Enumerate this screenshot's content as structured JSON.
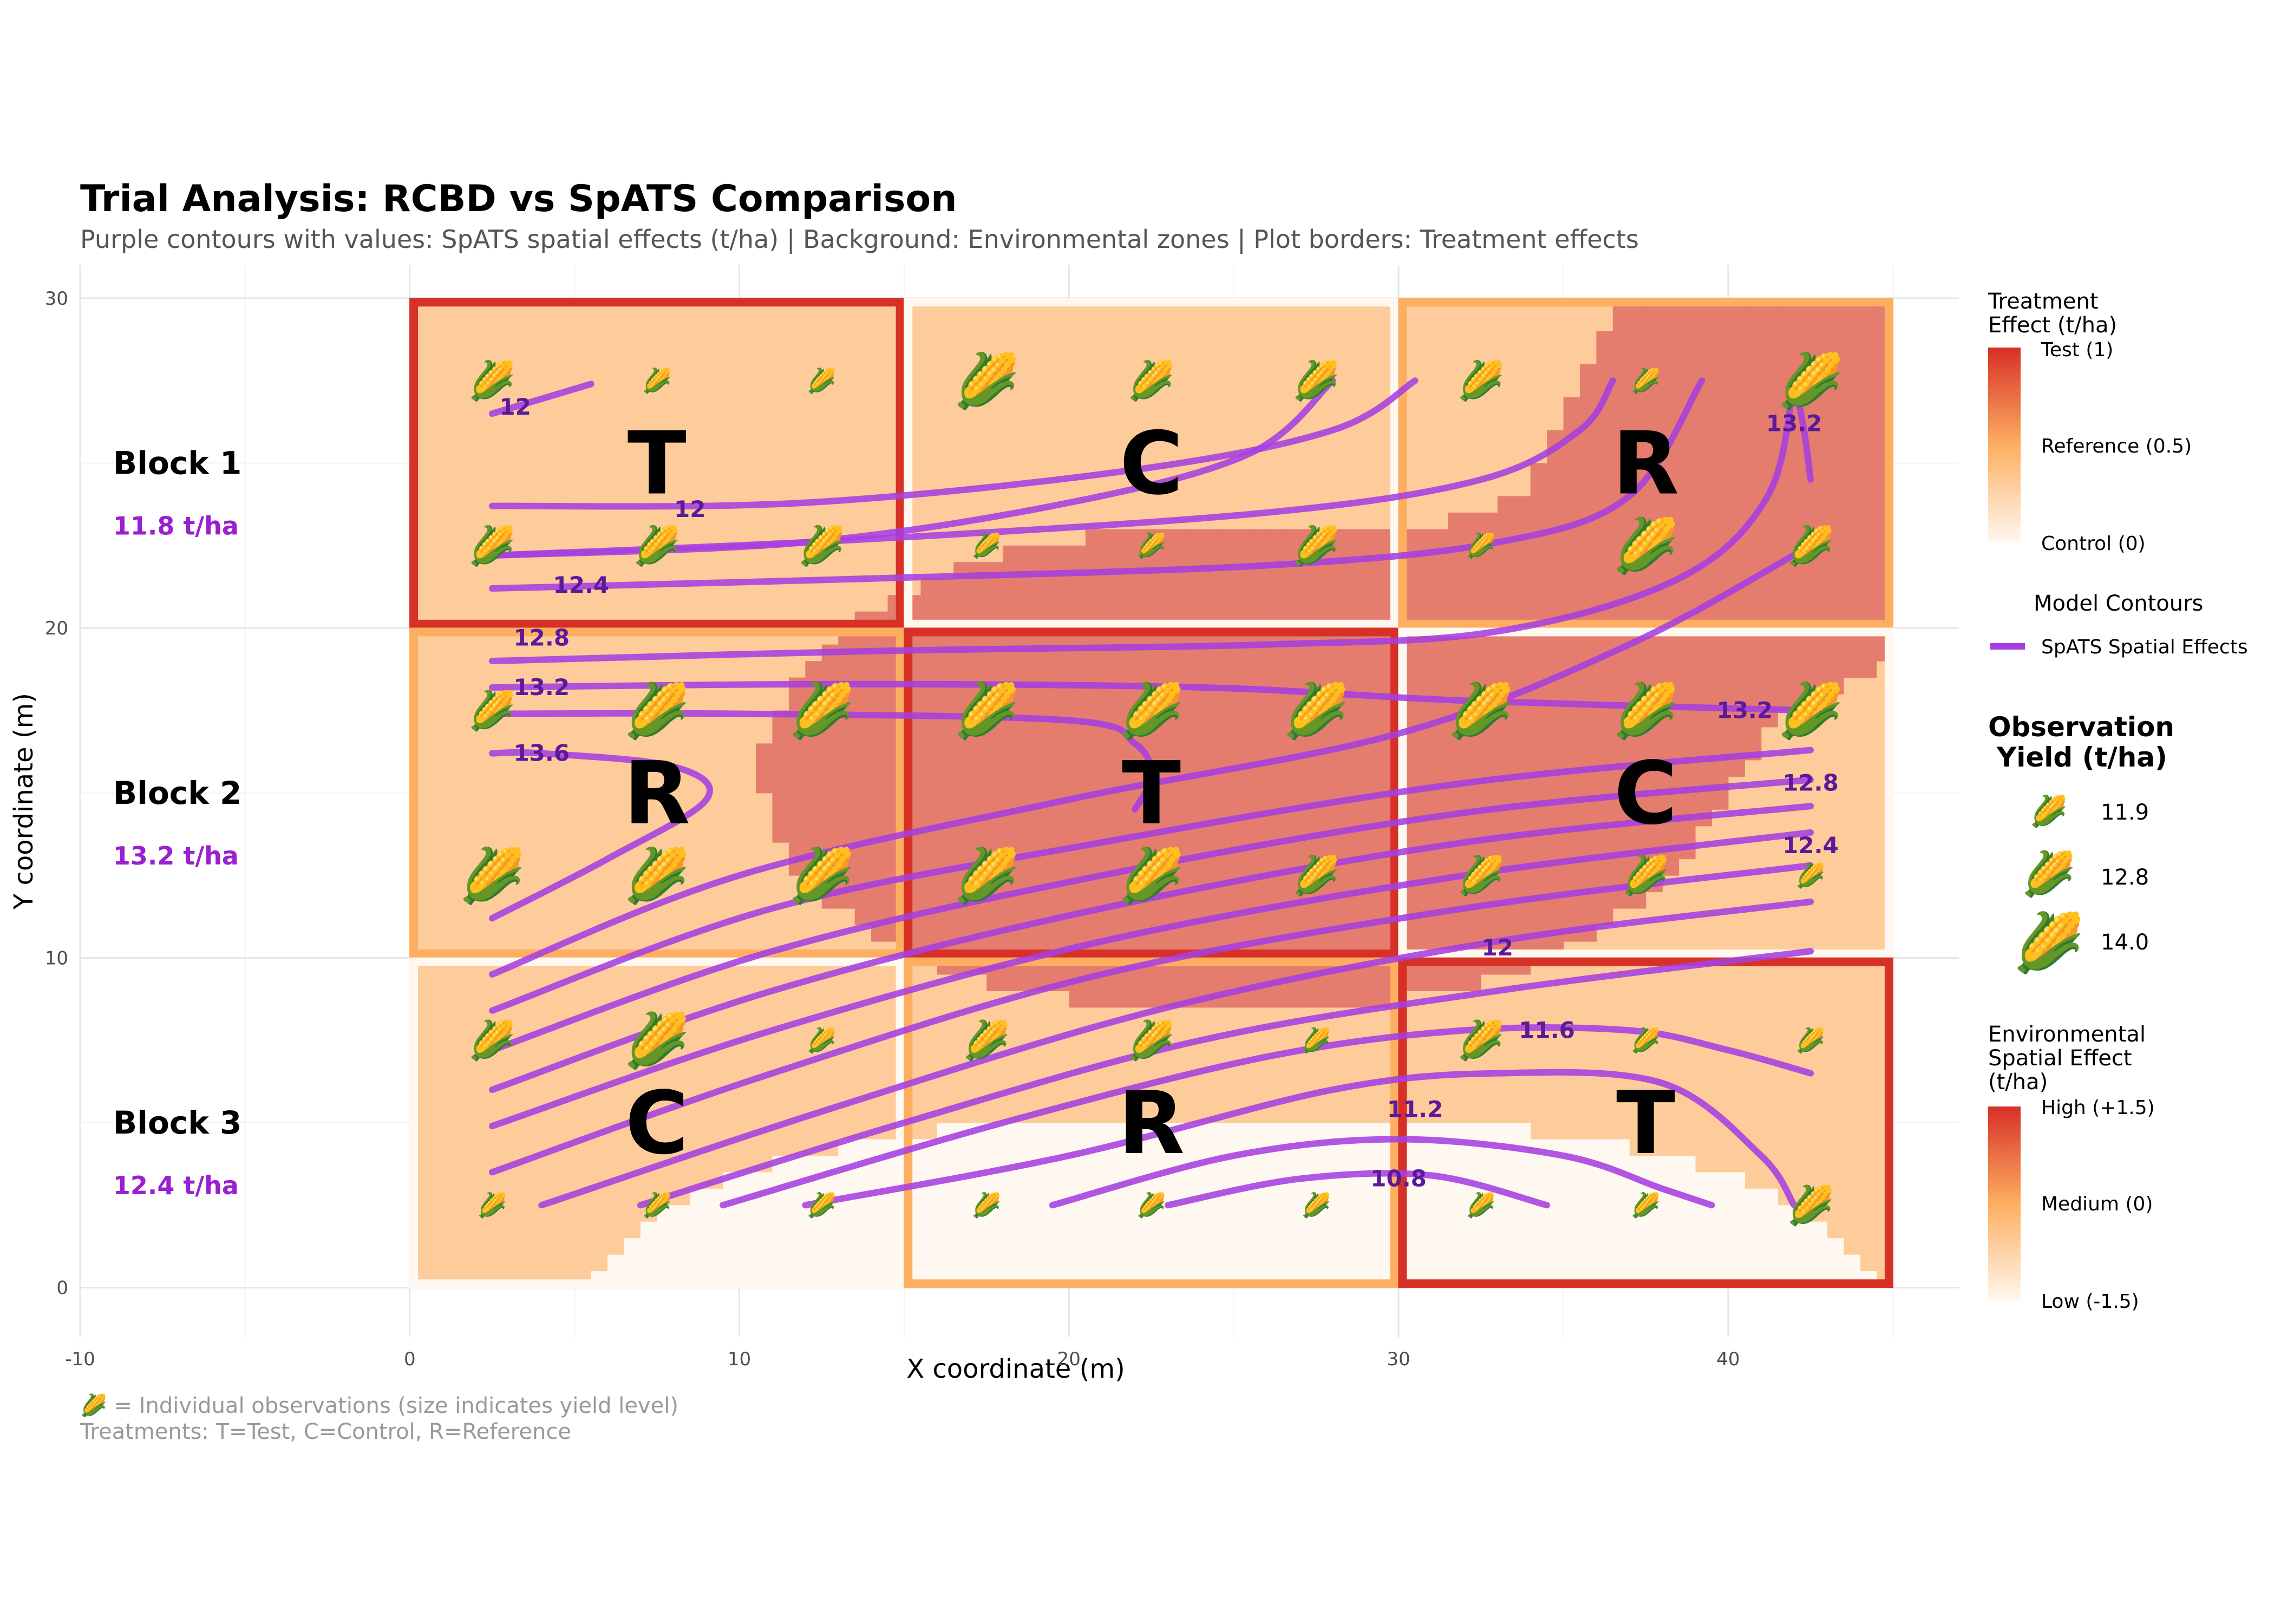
{
  "title": "Trial Analysis: RCBD vs SpATS Comparison",
  "subtitle": "Purple contours with values: SpATS spatial effects (t/ha) | Background: Environmental zones | Plot borders: Treatment effects",
  "caption": [
    "🌽 = Individual observations (size indicates yield level)",
    "Treatments: T=Test, C=Control, R=Reference"
  ],
  "colors": {
    "low": "#fff8f0",
    "mid": "#fdcc9a",
    "high": "#e57d6f",
    "treat_test": "#d73027",
    "treat_ref": "#fdae61",
    "treat_control": "#fff8f0",
    "contour": "#a63fe0",
    "contour_label": "#5a1a9a",
    "block_mean": "#9a1fd0"
  },
  "chart_data": {
    "type": "heatmap",
    "xlabel": "X coordinate (m)",
    "ylabel": "Y coordinate (m)",
    "xlim": [
      -10,
      47
    ],
    "ylim": [
      -1.5,
      31
    ],
    "x_ticks": [
      -10,
      0,
      10,
      20,
      30,
      40
    ],
    "y_ticks": [
      0,
      10,
      20,
      30
    ],
    "grid": true,
    "plots": [
      {
        "block": 1,
        "treatment": "T",
        "x": [
          0,
          15
        ],
        "y": [
          20,
          30
        ],
        "effect": 1
      },
      {
        "block": 1,
        "treatment": "C",
        "x": [
          15,
          30
        ],
        "y": [
          20,
          30
        ],
        "effect": 0
      },
      {
        "block": 1,
        "treatment": "R",
        "x": [
          30,
          45
        ],
        "y": [
          20,
          30
        ],
        "effect": 0.5
      },
      {
        "block": 2,
        "treatment": "R",
        "x": [
          0,
          15
        ],
        "y": [
          10,
          20
        ],
        "effect": 0.5
      },
      {
        "block": 2,
        "treatment": "T",
        "x": [
          15,
          30
        ],
        "y": [
          10,
          20
        ],
        "effect": 1
      },
      {
        "block": 2,
        "treatment": "C",
        "x": [
          30,
          45
        ],
        "y": [
          10,
          20
        ],
        "effect": 0
      },
      {
        "block": 3,
        "treatment": "C",
        "x": [
          0,
          15
        ],
        "y": [
          0,
          10
        ],
        "effect": 0
      },
      {
        "block": 3,
        "treatment": "R",
        "x": [
          15,
          30
        ],
        "y": [
          0,
          10
        ],
        "effect": 0.5
      },
      {
        "block": 3,
        "treatment": "T",
        "x": [
          30,
          45
        ],
        "y": [
          0,
          10
        ],
        "effect": 1
      }
    ],
    "blocks": [
      {
        "label": "Block 1",
        "mean": "11.8 t/ha",
        "y": 25
      },
      {
        "label": "Block 2",
        "mean": "13.2 t/ha",
        "y": 15
      },
      {
        "label": "Block 3",
        "mean": "12.4 t/ha",
        "y": 5
      }
    ],
    "obs_x": [
      2.5,
      7.5,
      12.5,
      17.5,
      22.5,
      27.5,
      32.5,
      37.5,
      42.5
    ],
    "obs_y": [
      2.5,
      7.5,
      12.5,
      17.5,
      22.5,
      27.5
    ],
    "obs_sizes": [
      [
        0,
        0,
        0,
        0,
        0,
        0,
        0,
        0,
        1
      ],
      [
        1,
        2,
        0,
        1,
        1,
        0,
        1,
        0,
        0
      ],
      [
        2,
        2,
        2,
        2,
        2,
        1,
        1,
        1,
        0
      ],
      [
        1,
        2,
        2,
        2,
        2,
        2,
        2,
        2,
        2
      ],
      [
        1,
        1,
        1,
        0,
        0,
        1,
        0,
        2,
        1
      ],
      [
        1,
        0,
        0,
        2,
        1,
        1,
        1,
        0,
        2
      ]
    ],
    "contours": [
      {
        "level": "10.8",
        "label": [
          30,
          3.3
        ],
        "points": [
          [
            23,
            2.5
          ],
          [
            27,
            3.3
          ],
          [
            31,
            3.4
          ],
          [
            34.5,
            2.5
          ]
        ]
      },
      {
        "level": "11.2",
        "label": [
          30.5,
          5.4
        ],
        "points": [
          [
            19.5,
            2.5
          ],
          [
            25,
            4
          ],
          [
            30,
            4.5
          ],
          [
            35,
            4
          ],
          [
            38,
            3
          ],
          [
            39.5,
            2.5
          ]
        ]
      },
      {
        "level": "",
        "label": null,
        "points": [
          [
            12,
            2.5
          ],
          [
            20,
            4
          ],
          [
            28,
            6
          ],
          [
            33,
            6.5
          ],
          [
            38,
            6.2
          ],
          [
            41,
            4
          ],
          [
            42,
            2.5
          ]
        ]
      },
      {
        "level": "11.6",
        "label": [
          34.5,
          7.8
        ],
        "points": [
          [
            9.5,
            2.5
          ],
          [
            18,
            5
          ],
          [
            26,
            7
          ],
          [
            32,
            7.8
          ],
          [
            37,
            7.8
          ],
          [
            40,
            7.2
          ],
          [
            42.5,
            6.5
          ]
        ]
      },
      {
        "level": "",
        "label": null,
        "points": [
          [
            7,
            2.5
          ],
          [
            15,
            5
          ],
          [
            24,
            7.5
          ],
          [
            33,
            9
          ],
          [
            42.5,
            10.2
          ]
        ]
      },
      {
        "level": "12",
        "label": [
          33,
          10.3
        ],
        "points": [
          [
            4,
            2.5
          ],
          [
            13,
            5.5
          ],
          [
            23,
            8.5
          ],
          [
            33,
            10.5
          ],
          [
            42.5,
            11.7
          ]
        ]
      },
      {
        "level": "",
        "label": null,
        "points": [
          [
            2.5,
            3.5
          ],
          [
            11,
            6.5
          ],
          [
            21,
            9.5
          ],
          [
            32,
            11.5
          ],
          [
            42.5,
            12.8
          ]
        ]
      },
      {
        "level": "12.4",
        "label": [
          42.5,
          13.4
        ],
        "points": [
          [
            2.5,
            4.9
          ],
          [
            11,
            7.8
          ],
          [
            21,
            10.5
          ],
          [
            32,
            12.5
          ],
          [
            42.5,
            13.8
          ]
        ]
      },
      {
        "level": "",
        "label": null,
        "points": [
          [
            2.5,
            6
          ],
          [
            11,
            9
          ],
          [
            21,
            11.5
          ],
          [
            32,
            13.5
          ],
          [
            42.5,
            14.6
          ]
        ]
      },
      {
        "level": "12.8",
        "label": [
          42.5,
          15.3
        ],
        "points": [
          [
            2.5,
            7.2
          ],
          [
            11,
            10.2
          ],
          [
            21,
            12.5
          ],
          [
            32,
            14.4
          ],
          [
            42.5,
            15.4
          ]
        ]
      },
      {
        "level": "",
        "label": null,
        "points": [
          [
            2.5,
            8.4
          ],
          [
            11,
            11.5
          ],
          [
            21,
            13.5
          ],
          [
            32,
            15.3
          ],
          [
            42.5,
            16.3
          ]
        ]
      },
      {
        "level": "",
        "label": null,
        "points": [
          [
            2.5,
            9.5
          ],
          [
            10,
            12.5
          ],
          [
            20,
            14.8
          ],
          [
            30,
            16.8
          ],
          [
            37,
            19.5
          ],
          [
            42.5,
            22.5
          ]
        ]
      },
      {
        "level": "13.6",
        "label": [
          4,
          16.2
        ],
        "points": [
          [
            2.5,
            11.2
          ],
          [
            6,
            13
          ],
          [
            9,
            14.8
          ],
          [
            8,
            15.8
          ],
          [
            4,
            16.2
          ],
          [
            2.5,
            16.2
          ]
        ]
      },
      {
        "level": "13.2",
        "label": [
          40.5,
          17.5
        ],
        "points": [
          [
            2.5,
            17.4
          ],
          [
            10,
            17.4
          ],
          [
            20,
            17.2
          ],
          [
            22,
            16.5
          ],
          [
            22.5,
            15.5
          ],
          [
            22,
            14.5
          ]
        ]
      },
      {
        "level": "13.2",
        "label": [
          4,
          18.2
        ],
        "points": [
          [
            2.5,
            18.2
          ],
          [
            13,
            18.3
          ],
          [
            24,
            18.2
          ],
          [
            32,
            17.8
          ],
          [
            42.5,
            17.5
          ]
        ]
      },
      {
        "level": "12.8",
        "label": [
          4,
          19.7
        ],
        "points": [
          [
            2.5,
            19
          ],
          [
            14,
            19.3
          ],
          [
            26,
            19.5
          ],
          [
            33,
            19.9
          ],
          [
            38.5,
            21.5
          ],
          [
            41.2,
            24
          ],
          [
            42,
            27.5
          ]
        ]
      },
      {
        "level": "12.4",
        "label": [
          5.2,
          21.3
        ],
        "points": [
          [
            2.5,
            21.2
          ],
          [
            14,
            21.5
          ],
          [
            26,
            21.9
          ],
          [
            33,
            22.6
          ],
          [
            37,
            24
          ],
          [
            39.2,
            27.5
          ]
        ]
      },
      {
        "level": "",
        "label": null,
        "points": [
          [
            2.5,
            22.2
          ],
          [
            14,
            22.7
          ],
          [
            26,
            23.5
          ],
          [
            32.5,
            24.5
          ],
          [
            35.5,
            26
          ],
          [
            36.5,
            27.5
          ]
        ]
      },
      {
        "level": "12",
        "label": [
          8.5,
          23.6
        ],
        "points": [
          [
            2.5,
            23.7
          ],
          [
            12,
            23.8
          ],
          [
            22,
            24.8
          ],
          [
            28,
            26
          ],
          [
            30.5,
            27.5
          ]
        ]
      },
      {
        "level": "",
        "label": null,
        "points": [
          [
            2.5,
            22.2
          ],
          [
            12,
            22.6
          ],
          [
            20,
            23.8
          ],
          [
            25.5,
            25.3
          ],
          [
            28,
            27.5
          ]
        ]
      },
      {
        "level": "12",
        "label": [
          3.2,
          26.7
        ],
        "points": [
          [
            2.5,
            26.5
          ],
          [
            5.5,
            27.4
          ]
        ]
      },
      {
        "level": "13.2",
        "label": [
          42,
          26.2
        ],
        "points": [
          [
            42,
            27.5
          ],
          [
            42.3,
            26
          ],
          [
            42.5,
            24.5
          ]
        ]
      }
    ],
    "legend": {
      "treatment_title": "Treatment\nEffect (t/ha)",
      "treatment_labels": [
        "Test (1)",
        "Reference (0.5)",
        "Control (0)"
      ],
      "contour_title": "Model Contours",
      "contour_label": "SpATS Spatial Effects",
      "obs_title": "Observation\nYield (t/ha)",
      "obs_labels": [
        "11.9",
        "12.8",
        "14.0"
      ],
      "env_title": "Environmental\nSpatial Effect\n(t/ha)",
      "env_labels": [
        "High (+1.5)",
        "Medium (0)",
        "Low (-1.5)"
      ]
    }
  }
}
